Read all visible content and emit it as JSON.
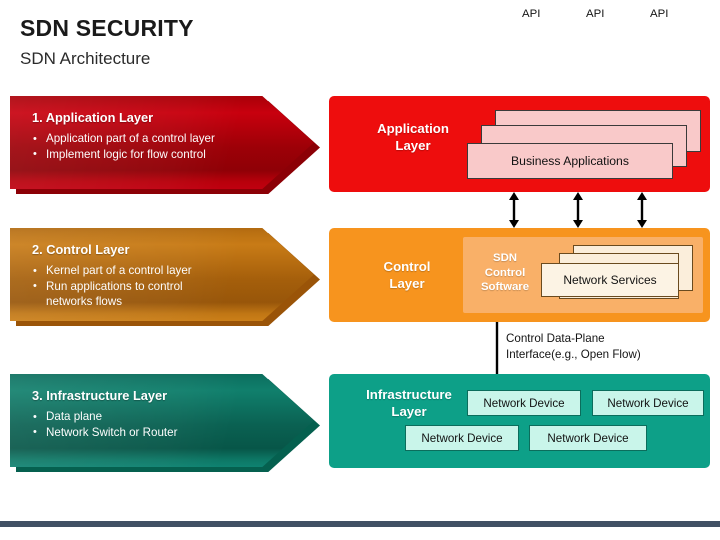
{
  "header": {
    "title": "SDN SECURITY",
    "subtitle": "SDN Architecture"
  },
  "colors": {
    "application_red": "#ee0d0d",
    "application_chevron_red": "#b3000a",
    "control_orange": "#f7941e",
    "control_chevron_orange": "#bb7112",
    "control_inner_orange": "#f9b068",
    "infrastructure_teal": "#0da088",
    "infrastructure_chevron_teal": "#0d7463",
    "application_card_pink": "#f9c9c9",
    "network_services_cream": "#fcf3e4",
    "network_device_mint": "#c9f5ea",
    "footer_slate": "#415064",
    "text_dark": "#121212",
    "text_light": "#ffffff"
  },
  "layers": [
    {
      "heading": "1. Application Layer",
      "bullets": [
        "Application part of a control layer",
        "Implement logic for flow control"
      ]
    },
    {
      "heading": "2. Control Layer",
      "bullets": [
        "Kernel part of a control layer",
        "Run applications to control",
        "networks flows"
      ]
    },
    {
      "heading": "3. Infrastructure Layer",
      "bullets": [
        "Data plane",
        "Network Switch or Router"
      ]
    }
  ],
  "panels": {
    "application": {
      "title": "Application\nLayer",
      "title_line1": "Application",
      "title_line2": "Layer",
      "front_card_label": "Business Applications",
      "card_count": 3
    },
    "control": {
      "title_line1": "Control",
      "title_line2": "Layer",
      "inner_label_line1": "SDN",
      "inner_label_line2": "Control",
      "inner_label_line3": "Software",
      "front_card_label": "Network Services",
      "card_count": 3
    },
    "infrastructure": {
      "title_line1": "Infrastructure",
      "title_line2": "Layer",
      "devices": [
        "Network Device",
        "Network Device",
        "Network Device",
        "Network Device"
      ]
    }
  },
  "connectors": {
    "api_labels": [
      "API",
      "API",
      "API"
    ],
    "api_arrow_type": "double-headed-vertical",
    "cdpi_label_line1": "Control Data-Plane",
    "cdpi_label_line2": "Interface(e.g., Open Flow)",
    "cdpi_arrow_type": "single-headed-down"
  }
}
